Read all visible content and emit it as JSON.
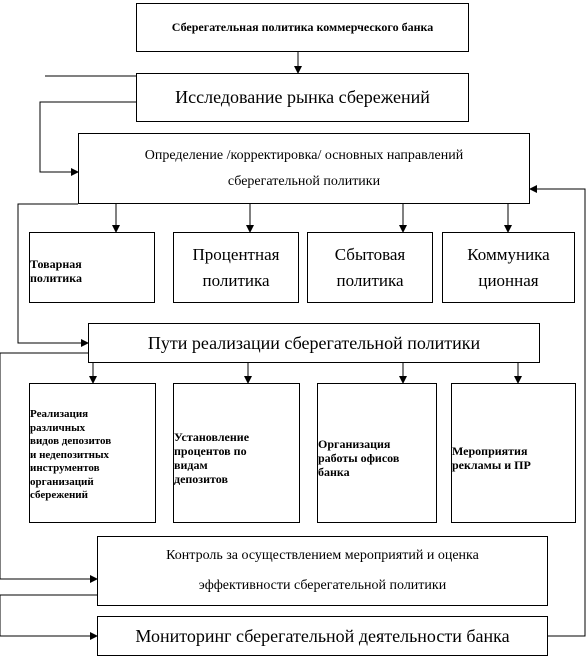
{
  "diagram": {
    "title": "Сберегательная политика коммерческого банка",
    "market_research": "Исследование рынка сбережений",
    "direction": {
      "line1": "Определение /корректировка/ основных направлений",
      "line2": "сберегательной политики"
    },
    "policies": [
      {
        "line1": "Товарная",
        "line2": "политика"
      },
      {
        "line1": "Процентная",
        "line2": "политика"
      },
      {
        "line1": "Сбытовая",
        "line2": "политика"
      },
      {
        "line1": "Коммуника",
        "line2": "ционная"
      }
    ],
    "implementation": "Пути реализации сберегательной политики",
    "actions": [
      {
        "lines": [
          "Реализация",
          "различных",
          "видов депозитов",
          "и недепозитных",
          "инструментов",
          "организаций",
          "сбережений"
        ]
      },
      {
        "lines": [
          "Установление",
          "процентов по",
          "видам",
          "депозитов"
        ]
      },
      {
        "lines": [
          "Организация",
          "работы офисов",
          "банка"
        ]
      },
      {
        "lines": [
          "Мероприятия",
          "рекламы и ПР"
        ]
      }
    ],
    "control": {
      "line1": "Контроль за осуществлением мероприятий и оценка",
      "line2": "эффективности сберегательной политики"
    },
    "monitoring": "Мониторинг сберегательной деятельности банка"
  }
}
